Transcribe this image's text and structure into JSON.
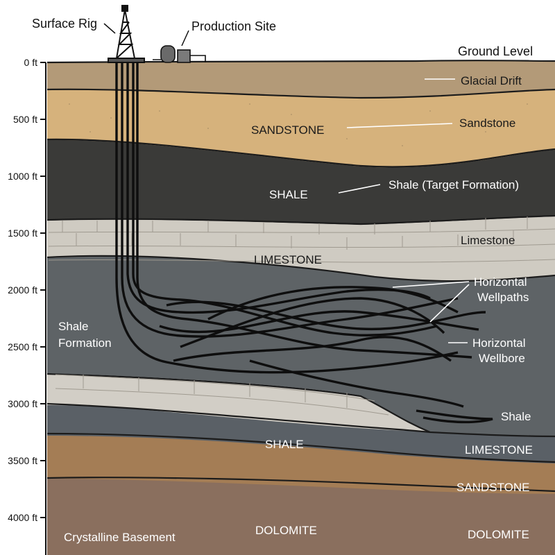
{
  "top_labels": {
    "rig": "Surface Rig",
    "site": "Production Site",
    "ground": "Ground Level"
  },
  "depth_ticks": [
    "0 ft",
    "500 ft",
    "1000 ft",
    "1500 ft",
    "2000 ft",
    "2500 ft",
    "3000 ft",
    "3500 ft",
    "4000 ft"
  ],
  "layer_labels": {
    "sandstone_in": "SANDSTONE",
    "shale_in": "SHALE",
    "limestone_in": "LIMESTONE",
    "shale_lower_in": "SHALE",
    "dolomite_in": "DOLOMITE"
  },
  "callouts": {
    "glacial": "Glacial Drift",
    "sandstone": "Sandstone",
    "shale_target": "Shale (Target Formation)",
    "limestone": "Limestone",
    "wellpaths_1": "Horizontal",
    "wellpaths_2": "Wellpaths",
    "wellbore_1": "Horizontal",
    "wellbore_2": "Wellbore",
    "shale_formation_1": "Shale",
    "shale_formation_2": "Formation",
    "shale_right": "Shale",
    "limestone_right": "LIMESTONE",
    "sandstone_right": "SANDSTONE",
    "basement": "Crystalline Basement",
    "dolomite_right": "DOLOMITE"
  },
  "colors": {
    "glacial": "#b39a78",
    "sandstone": "#d6b27c",
    "shale_target": "#3a3a38",
    "limestone": "#cfcbc2",
    "shale_formation": "#5e6366",
    "limestone_lower": "#d2cec6",
    "shale_lower": "#5a6066",
    "sandstone_lower": "#a47d55",
    "dolomite": "#8a6f5e",
    "wellbore": "#0e0e0e"
  }
}
